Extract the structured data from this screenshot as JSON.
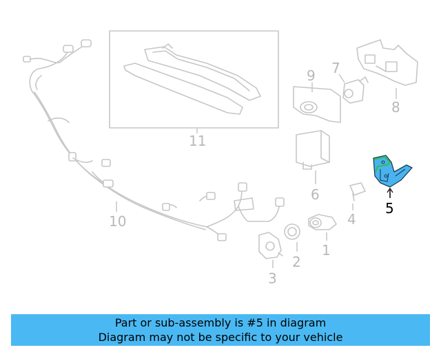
{
  "callouts": {
    "part1": "1",
    "part2": "2",
    "part3": "3",
    "part4": "4",
    "part5": "5",
    "part6": "6",
    "part7": "7",
    "part8": "8",
    "part9": "9",
    "part10": "10",
    "part11": "11"
  },
  "highlighted_part": "5",
  "colors": {
    "highlight": "#4ab3ee",
    "banner": "#4ab9f3",
    "line_art": "#c6c6c6"
  },
  "banner": {
    "line1": "Part or sub-assembly is #5 in diagram",
    "line2": "Diagram may not be specific to your vehicle"
  }
}
